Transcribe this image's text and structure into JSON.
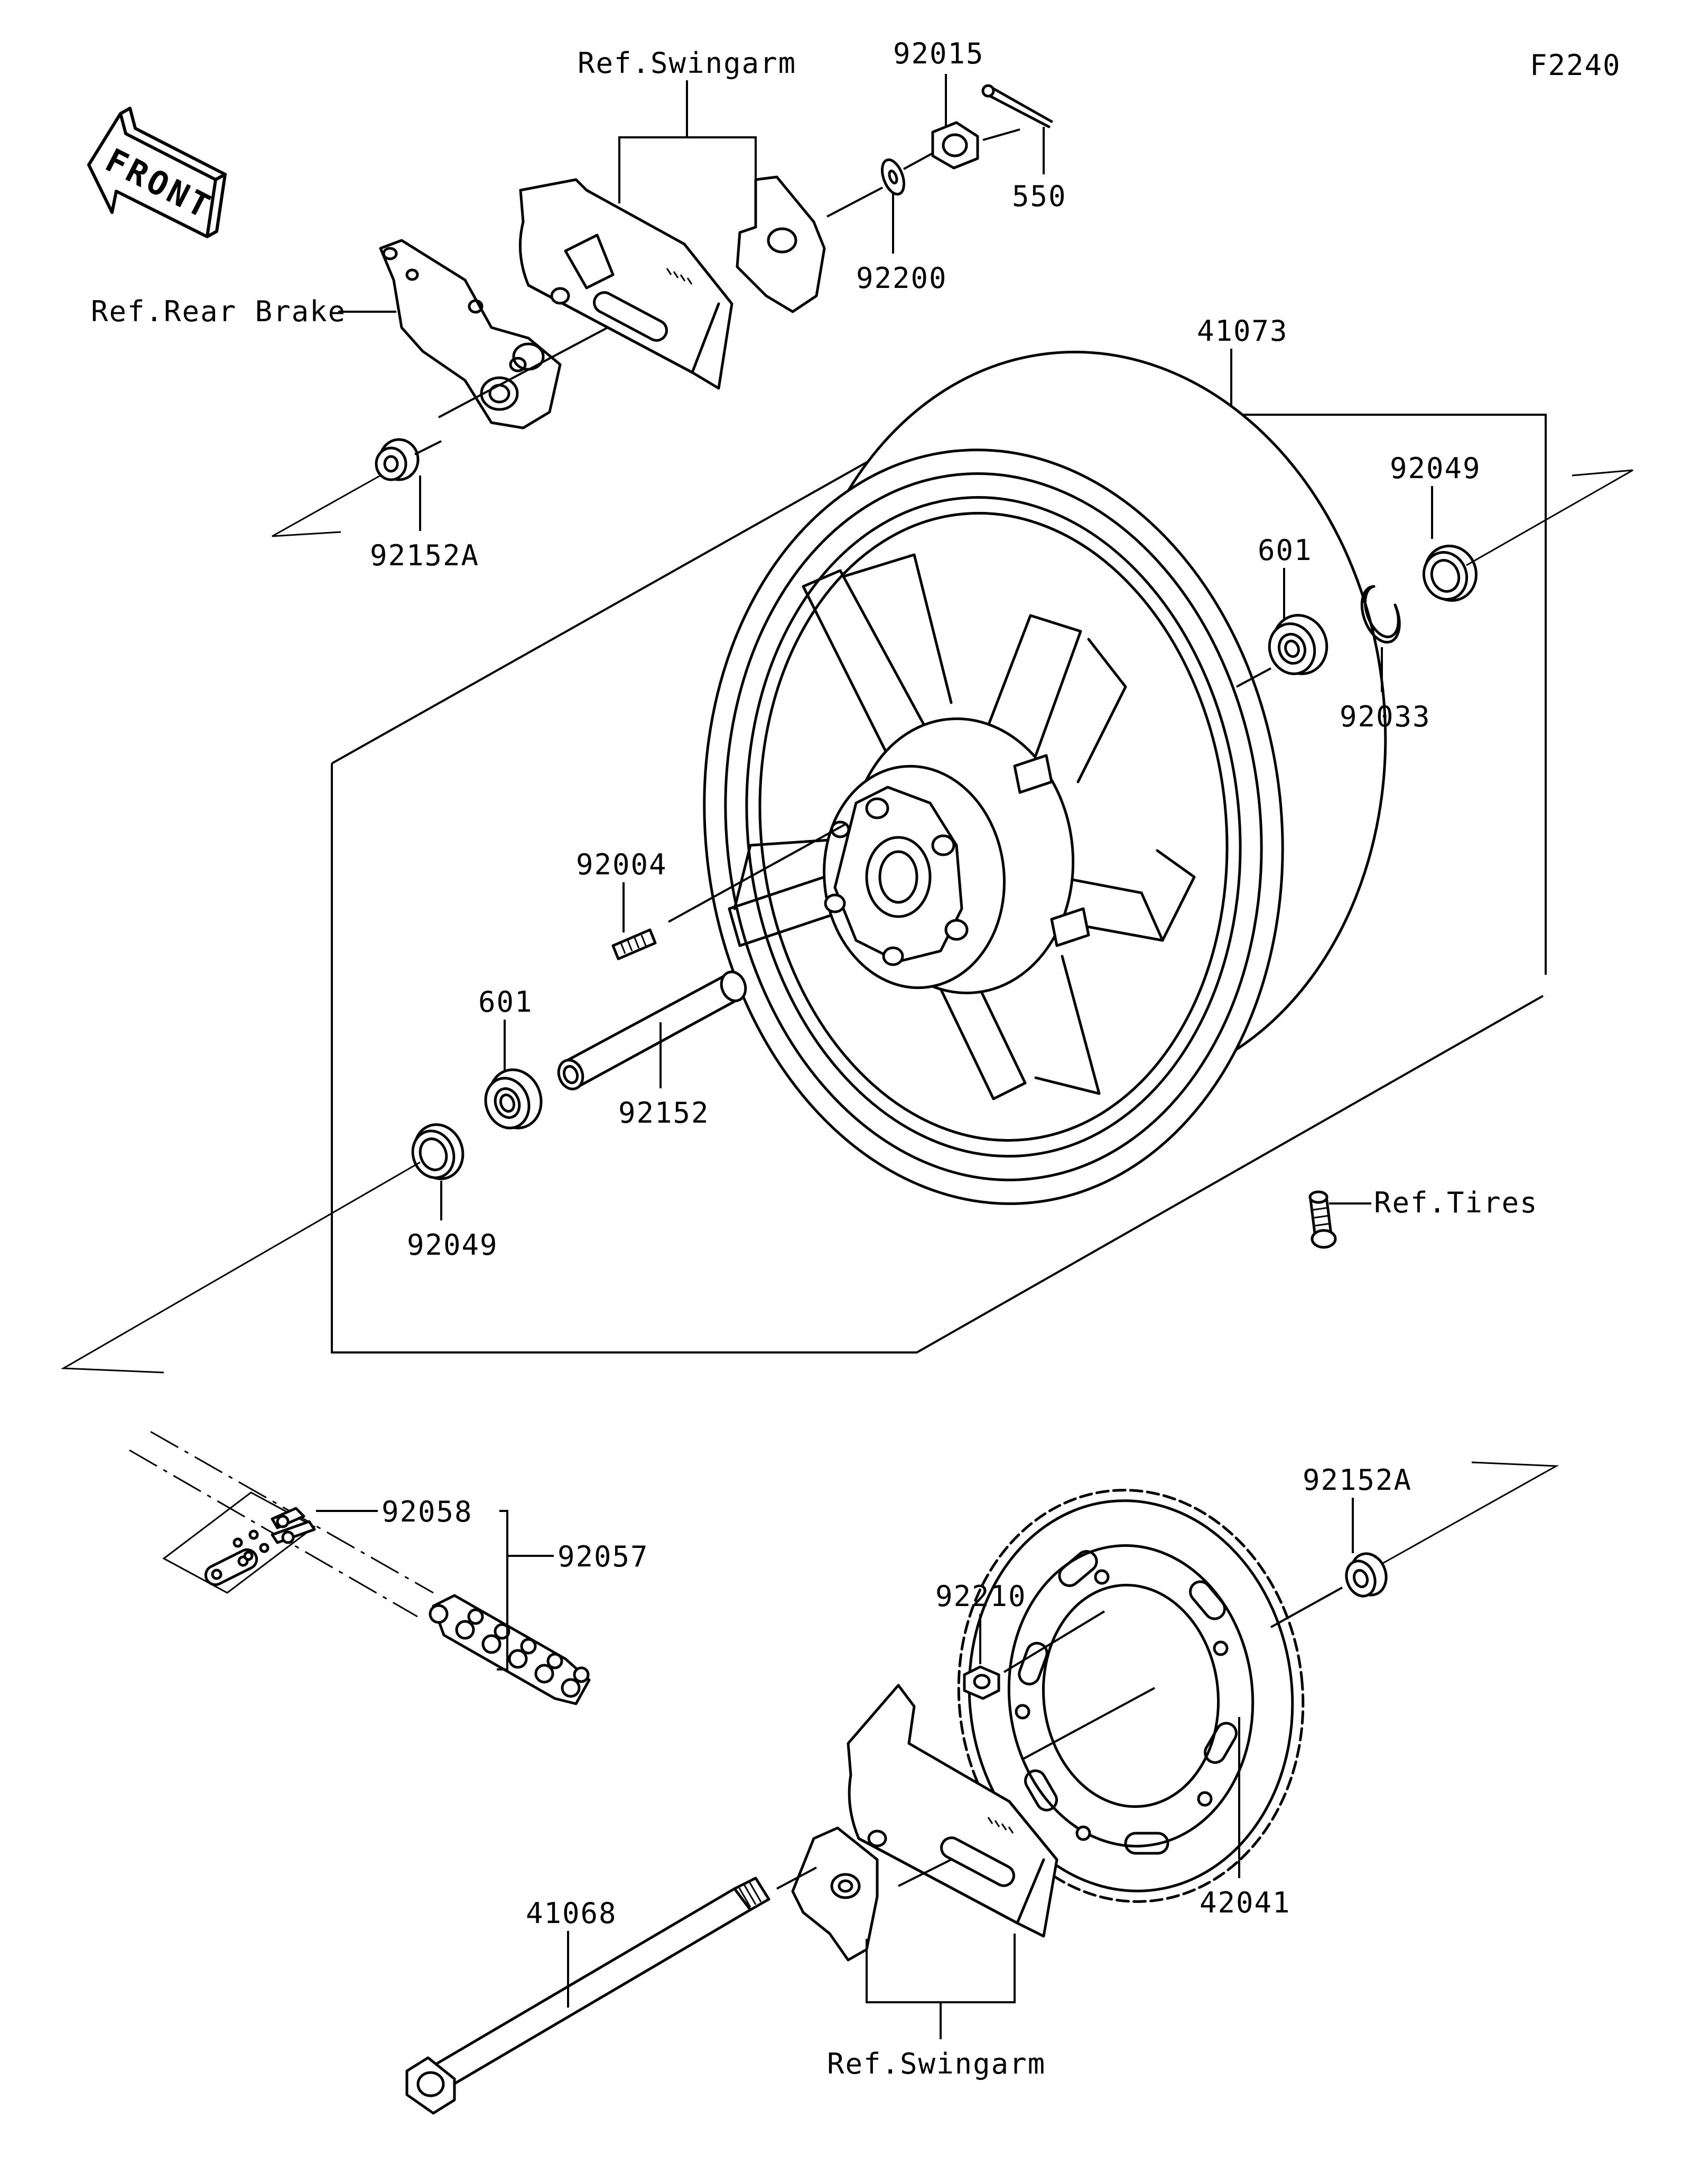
{
  "figure_code": "F2240",
  "front_label": "FRONT",
  "labels": {
    "ref_swingarm_top": "Ref.Swingarm",
    "p92015": "92015",
    "p550": "550",
    "p92200": "92200",
    "ref_rear_brake": "Ref.Rear Brake",
    "p92152a_top": "92152A",
    "p41073": "41073",
    "p92049_right": "92049",
    "p601_right": "601",
    "p92033": "92033",
    "p92004": "92004",
    "p601_left": "601",
    "p92152": "92152",
    "p92049_left": "92049",
    "ref_tires": "Ref.Tires",
    "p92058": "92058",
    "p92057": "92057",
    "p92152a_bottom": "92152A",
    "p92210": "92210",
    "p42041": "42041",
    "p41068": "41068",
    "ref_swingarm_bottom": "Ref.Swingarm"
  }
}
